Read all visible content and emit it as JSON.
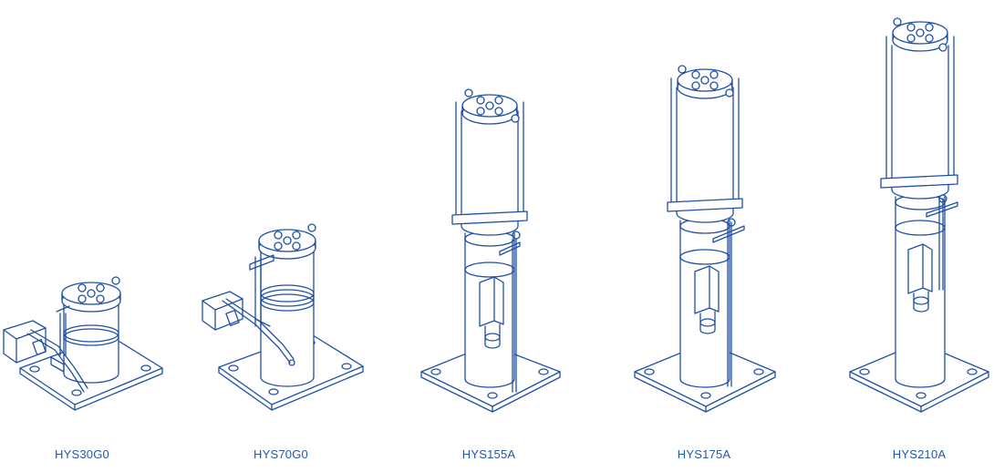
{
  "theme": {
    "line_color": "#1f4fa6",
    "fill_color": "#ffffff",
    "label_color": "#2458a5"
  },
  "products": [
    {
      "model": "HYS30G0"
    },
    {
      "model": "HYS70G0"
    },
    {
      "model": "HYS155A"
    },
    {
      "model": "HYS175A"
    },
    {
      "model": "HYS210A"
    }
  ]
}
